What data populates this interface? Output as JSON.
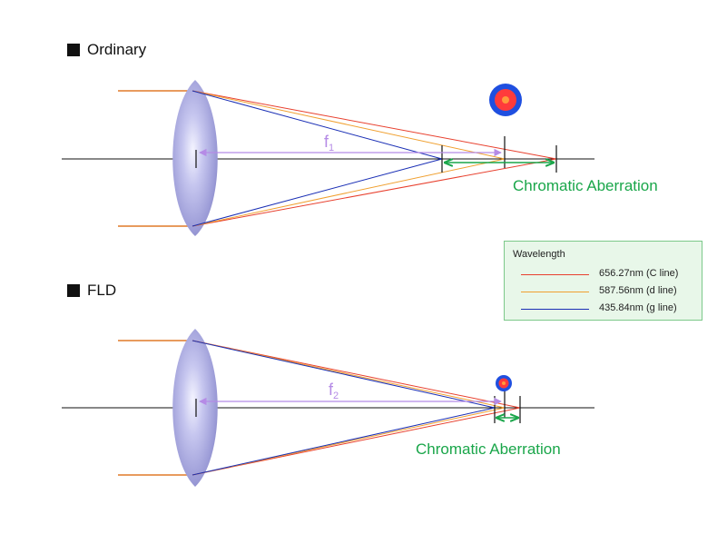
{
  "sections": {
    "ordinary": {
      "title": "Ordinary",
      "focal_label": "f",
      "focal_sub": "1",
      "aberration_label": "Chromatic Aberration"
    },
    "fld": {
      "title": "FLD",
      "focal_label": "f",
      "focal_sub": "2",
      "aberration_label": "Chromatic Aberration"
    }
  },
  "legend": {
    "title": "Wavelength",
    "entries": [
      {
        "label": "656.27nm (C line)",
        "color": "#e8402e"
      },
      {
        "label": "587.56nm (d line)",
        "color": "#f0a030"
      },
      {
        "label": "435.84nm (g line)",
        "color": "#1a2fb5"
      }
    ]
  },
  "colors": {
    "incoming_ray": "#e07a28",
    "axis": "#111111",
    "focal_arrow": "#b58be6",
    "aberration_arrow": "#1aa64a",
    "lens": "#a8a8e0",
    "spot_outer": "#1f4fe0",
    "spot_middle": "#ff3b3b",
    "spot_inner": "#ff9a3c"
  },
  "icons": {
    "spot_ordinary": "blur-spot-icon",
    "spot_fld": "blur-spot-icon"
  }
}
